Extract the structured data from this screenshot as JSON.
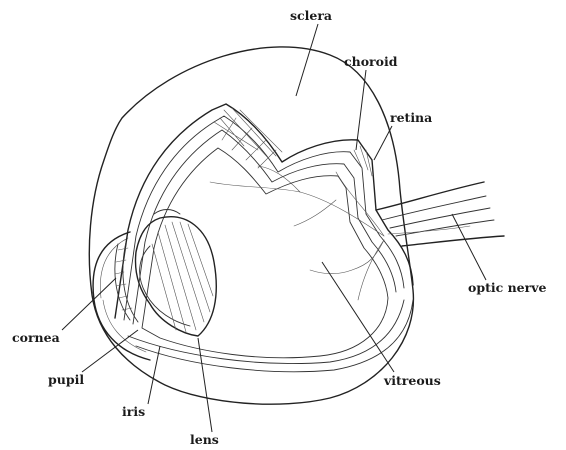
{
  "labels": {
    "sclera": "sclera",
    "choroid": "choroid",
    "retina": "retina",
    "optic_nerve": "optic nerve",
    "cornea": "cornea",
    "pupil": "pupil",
    "iris": "iris",
    "lens": "lens",
    "vitreous": "vitreous"
  }
}
